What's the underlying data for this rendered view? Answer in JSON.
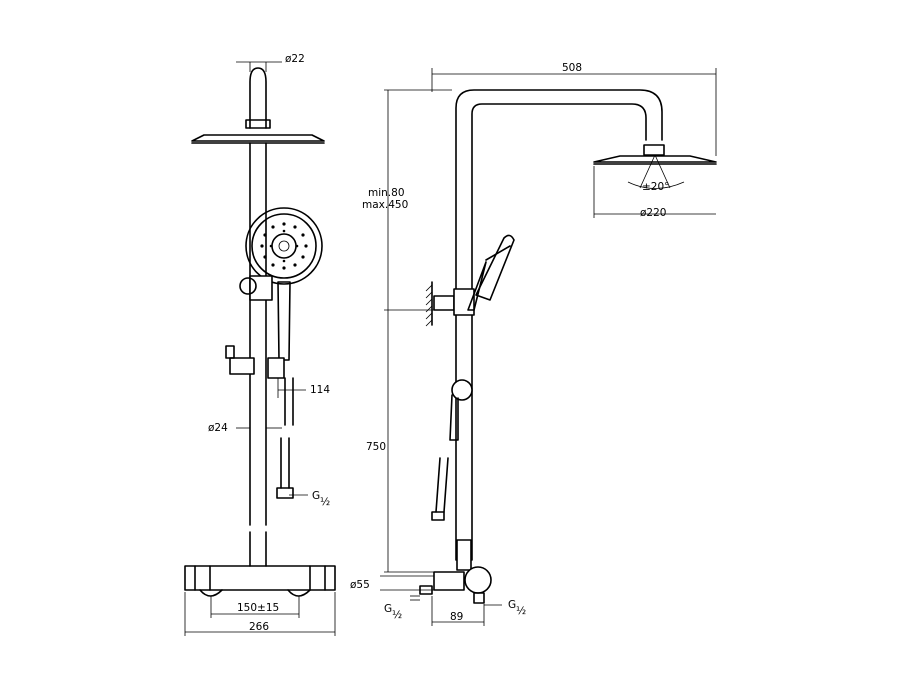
{
  "dimensions": {
    "d22": "ø22",
    "d24": "ø24",
    "d55": "ø55",
    "d220": "ø220",
    "angle": "±20°",
    "w508": "508",
    "min": "min.80",
    "max": "max.450",
    "h750": "750",
    "w114": "114",
    "w89": "89",
    "spacing": "150±15",
    "w266": "266",
    "thread_g": "G",
    "thread_frac": "½"
  }
}
